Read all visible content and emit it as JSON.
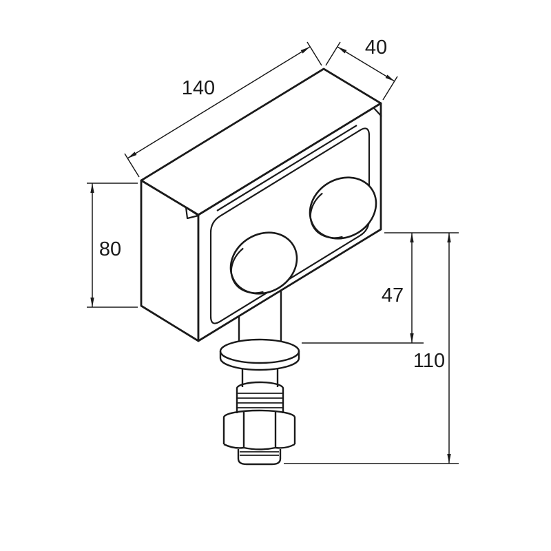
{
  "colors": {
    "line": "#1a1a1a",
    "background": "#ffffff"
  },
  "dimensions": {
    "length": "140",
    "depth": "40",
    "height": "80",
    "shaft_upper": "47",
    "shaft_total": "110"
  }
}
